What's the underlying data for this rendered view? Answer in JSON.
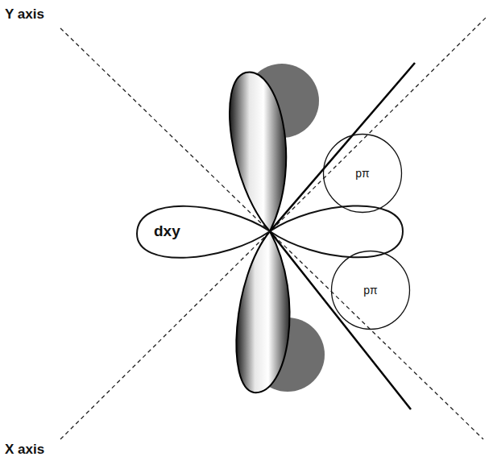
{
  "diagram": {
    "nodes": [
      {
        "text": [
          "dxy"
        ]
      },
      {
        "text": [
          "pπ"
        ]
      },
      {
        "text": [
          "pπ"
        ]
      }
    ],
    "labels": [
      "Y axis",
      "X axis"
    ]
  }
}
